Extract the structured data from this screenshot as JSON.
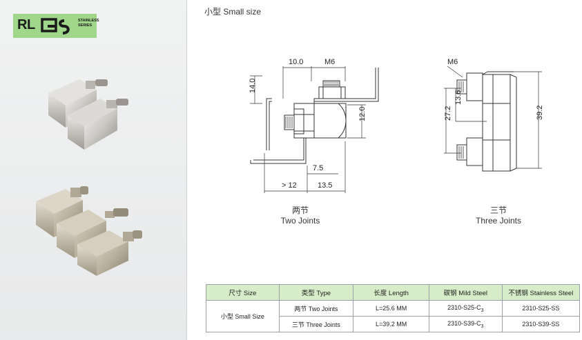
{
  "logo": {
    "brand_left": "RL",
    "brand_sub_line1": "STAINLESS",
    "brand_sub_line2": "SERIES",
    "color": "#9fd68a"
  },
  "section_title": "小型 Small size",
  "drawing_two": {
    "dim_top_left": "10.0",
    "dim_top_right": "M6",
    "dim_height": "14.0",
    "dim_inner": "12.0",
    "dim_bottom_inner": "7.5",
    "dim_bottom_left": "> 12",
    "dim_bottom_right": "13.5",
    "caption_cn": "两节",
    "caption_en": "Two Joints"
  },
  "drawing_three": {
    "dim_thread": "M6",
    "dim_pitch": "13.6",
    "dim_span": "27.2",
    "dim_total": "39.2",
    "caption_cn": "三节",
    "caption_en": "Three Joints"
  },
  "table": {
    "headers": [
      "尺寸 Size",
      "类型 Type",
      "长度 Length",
      "碳钢 Mild Steel",
      "不锈钢 Stainless Steel"
    ],
    "size_label": "小型 Small Size",
    "rows": [
      {
        "type": "两节 Two Joints",
        "length": "L=25.6 MM",
        "mild_main": "2310-S25-C",
        "mild_sub": "3",
        "stainless": "2310-S25-SS"
      },
      {
        "type": "三节 Three Joints",
        "length": "L=39.2 MM",
        "mild_main": "2310-S39-C",
        "mild_sub": "3",
        "stainless": "2310-S39-SS"
      }
    ],
    "header_color": "#d7ecc8"
  }
}
